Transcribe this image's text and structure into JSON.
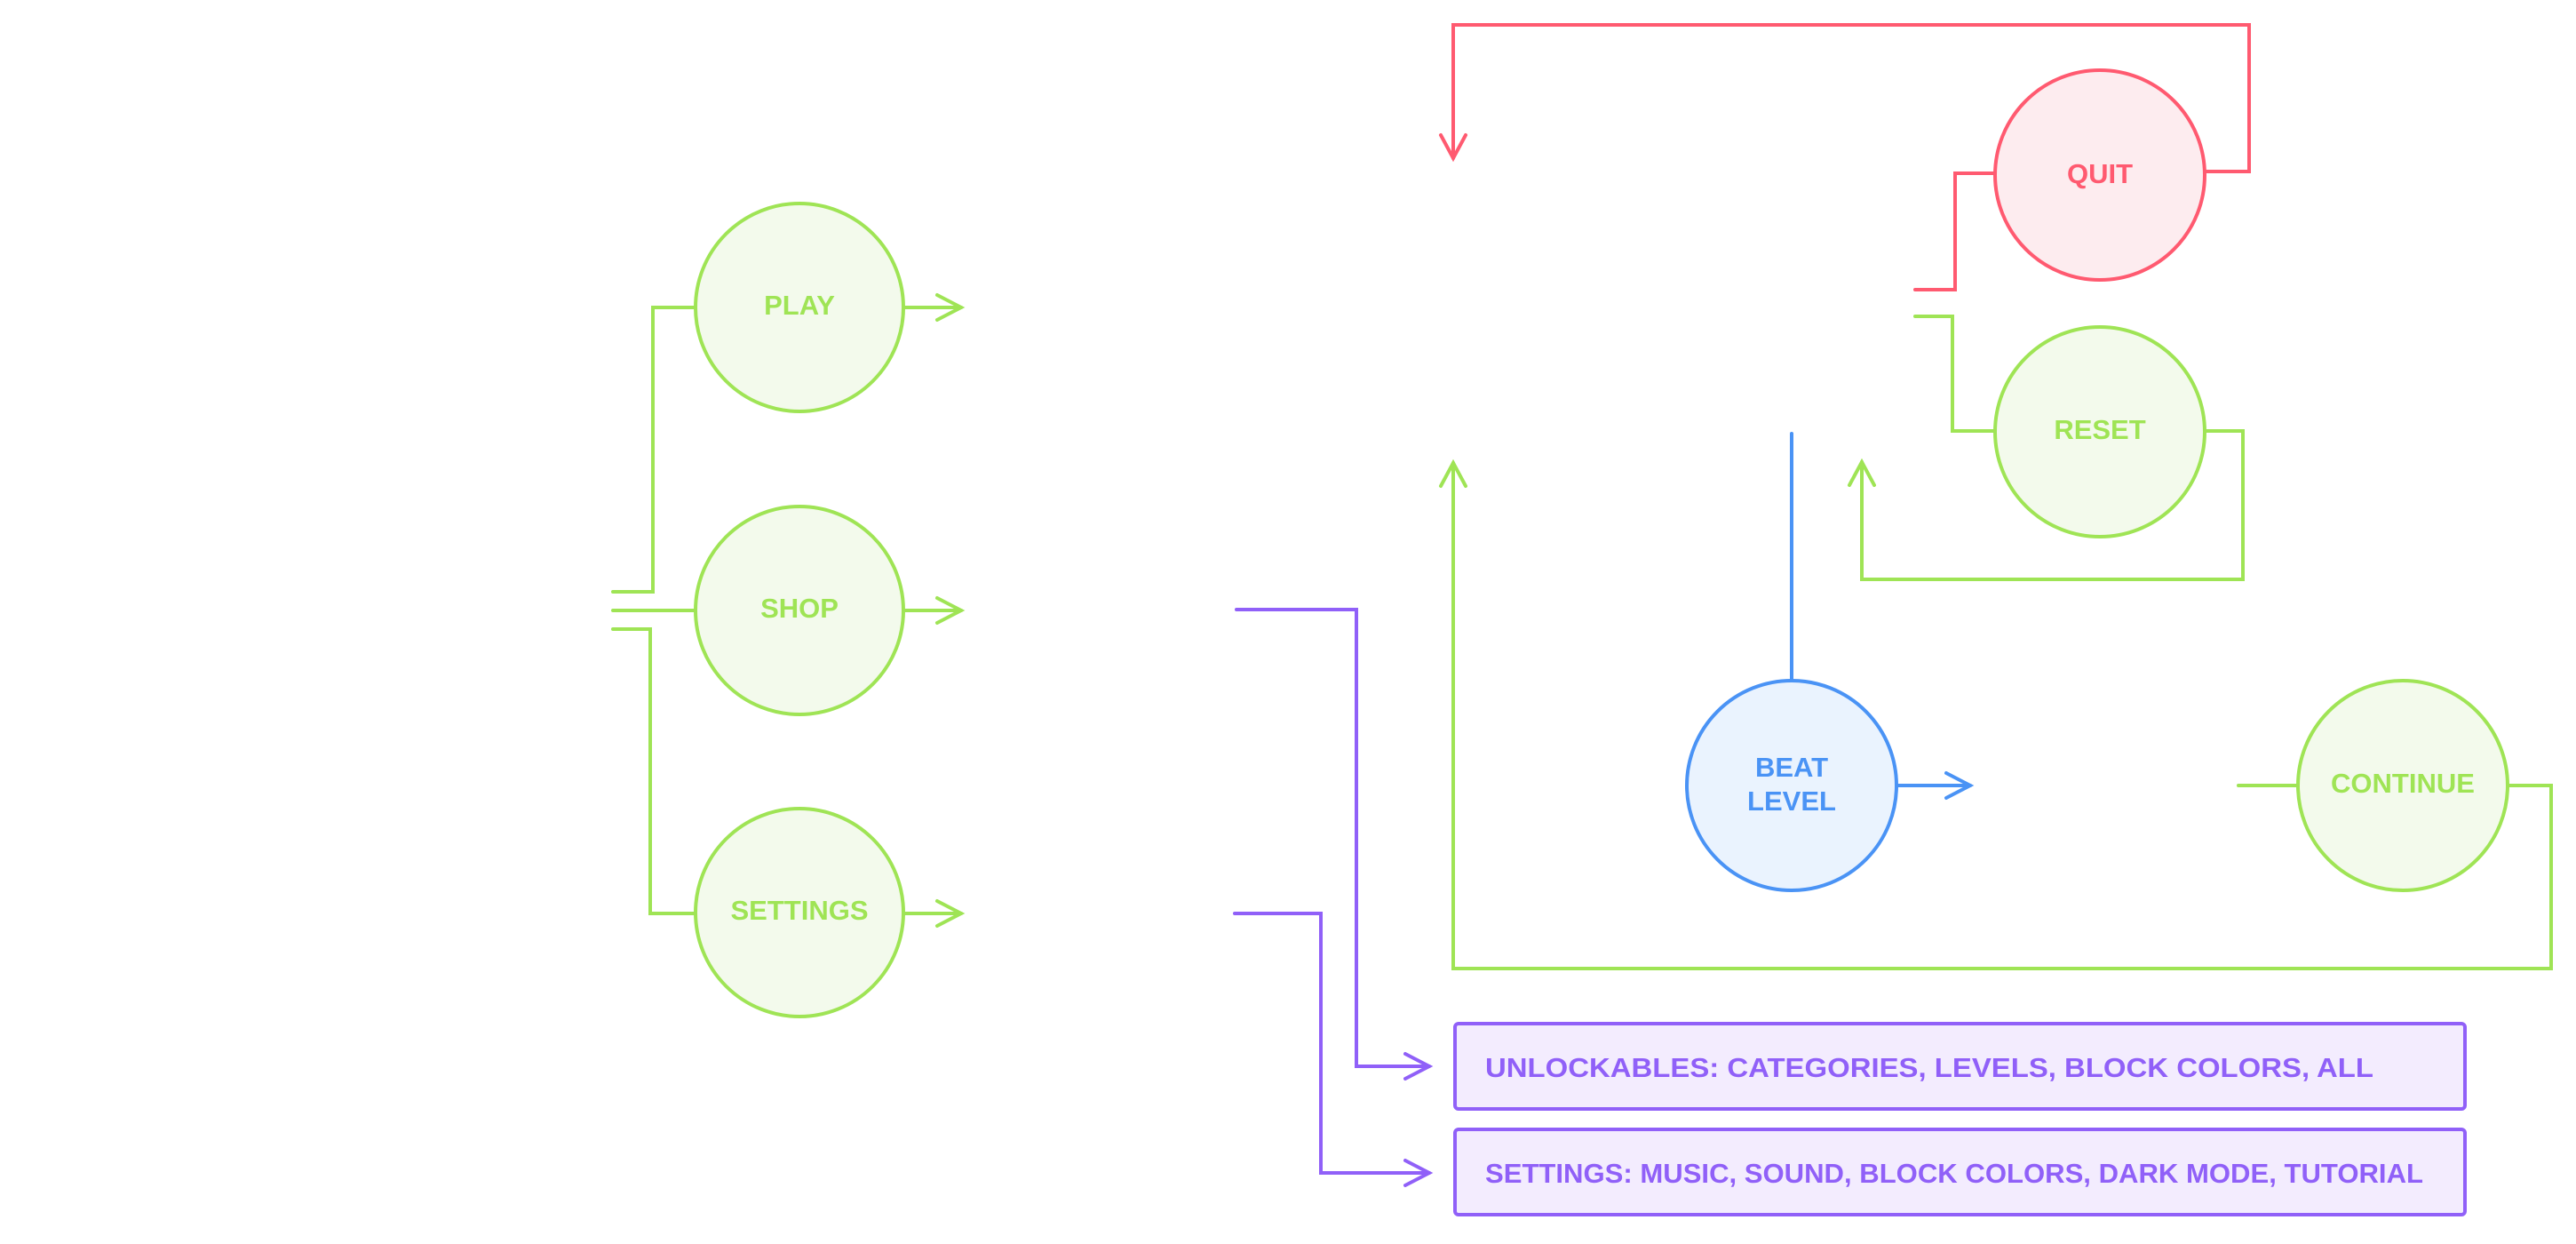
{
  "diagram": {
    "title": "",
    "colors": {
      "green": "#9FE455",
      "red": "#FF5A70",
      "blue": "#4A93F5",
      "purple": "#9060F8"
    },
    "nodes": {
      "play": {
        "label": "PLAY"
      },
      "shop": {
        "label": "SHOP"
      },
      "settings": {
        "label": "SETTINGS"
      },
      "quit": {
        "label": "QUIT"
      },
      "reset": {
        "label": "RESET"
      },
      "beat_level": {
        "label_line1": "BEAT",
        "label_line2": "LEVEL"
      },
      "continue": {
        "label": "CONTINUE"
      }
    },
    "boxes": {
      "unlockables": {
        "text": "UNLOCKABLES: CATEGORIES, LEVELS, BLOCK COLORS, ALL"
      },
      "settings_options": {
        "text": "SETTINGS: MUSIC, SOUND, BLOCK COLORS, DARK MODE, TUTORIAL"
      }
    },
    "edges": [
      {
        "from": "menu",
        "to": "play",
        "color": "green"
      },
      {
        "from": "menu",
        "to": "shop",
        "color": "green"
      },
      {
        "from": "menu",
        "to": "settings",
        "color": "green"
      },
      {
        "from": "quit",
        "to": "game",
        "color": "red"
      },
      {
        "from": "reset",
        "to": "game",
        "color": "green"
      },
      {
        "from": "continue",
        "to": "game",
        "color": "green"
      },
      {
        "from": "beat_level",
        "to": "game",
        "color": "blue"
      },
      {
        "from": "shop",
        "to": "unlockables",
        "color": "purple"
      },
      {
        "from": "settings",
        "to": "settings_options",
        "color": "purple"
      }
    ]
  }
}
